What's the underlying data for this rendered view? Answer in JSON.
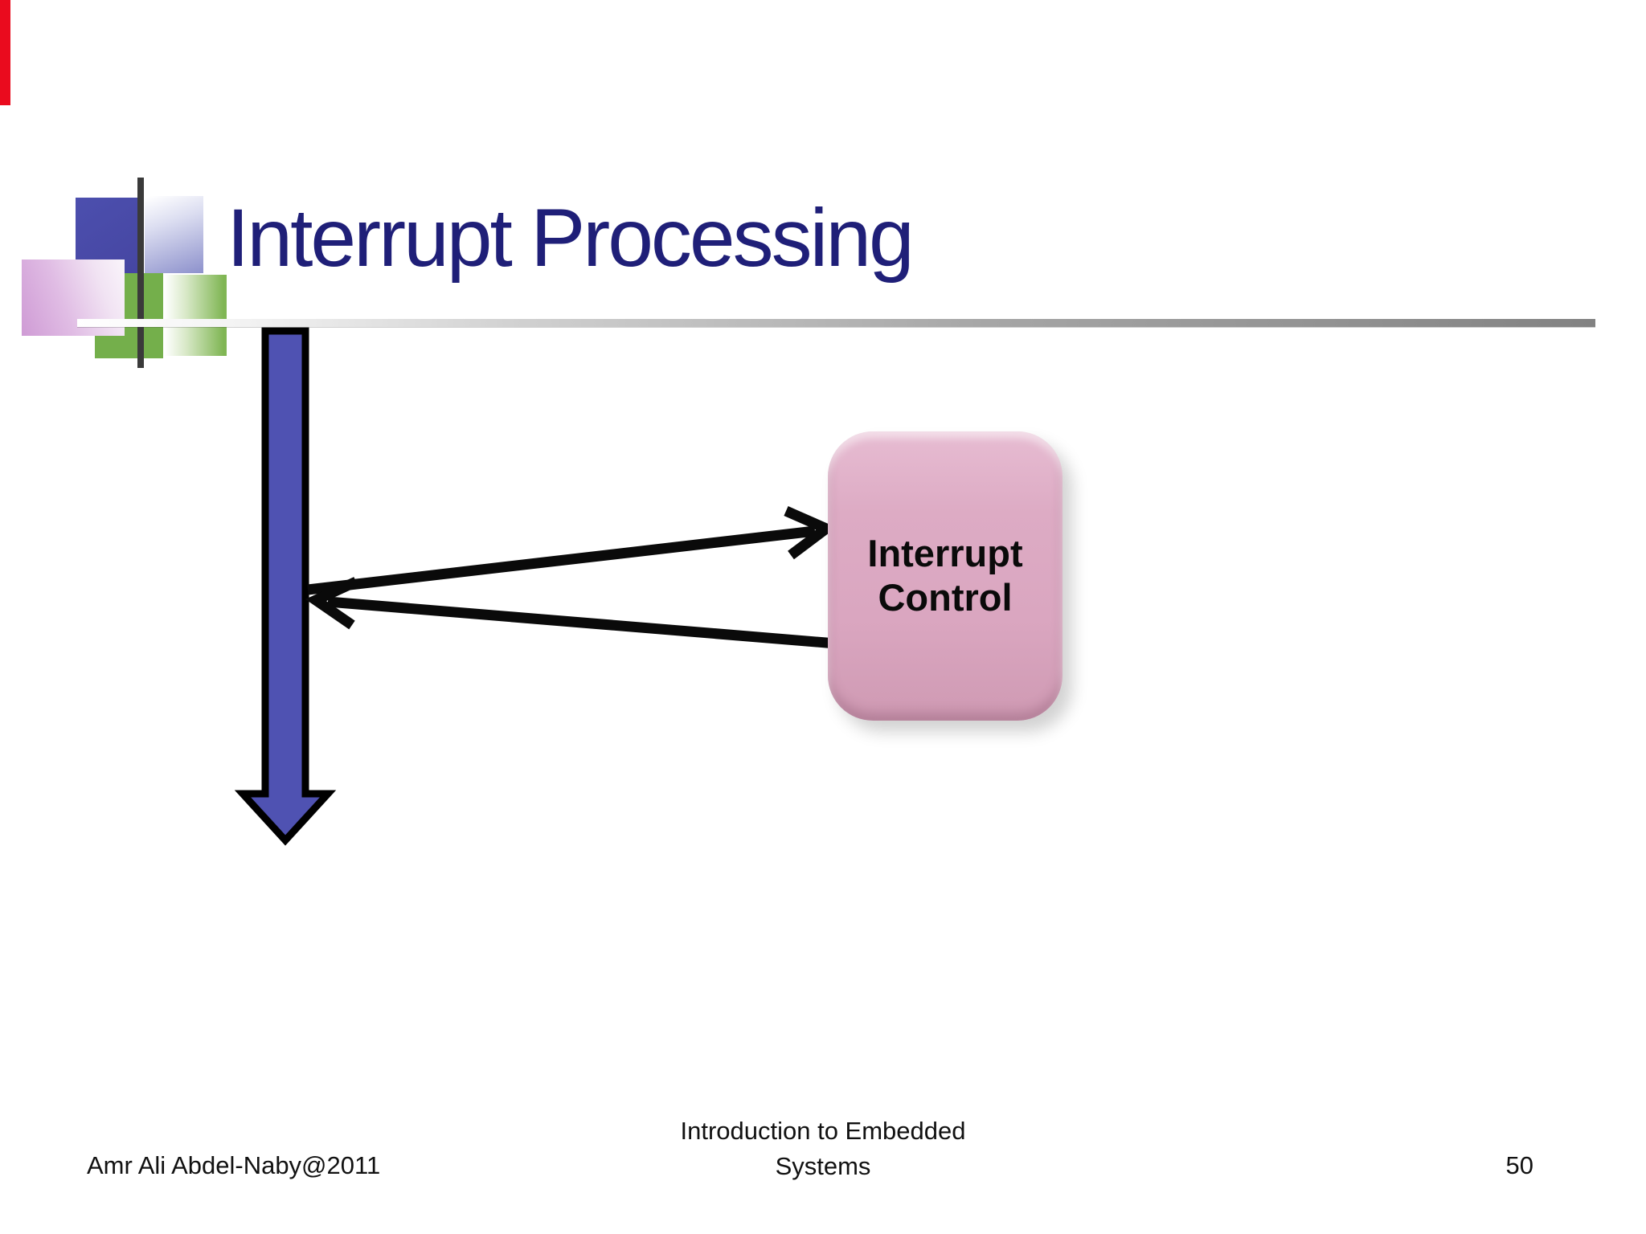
{
  "slide": {
    "title": "Interrupt Processing",
    "diagram": {
      "box_label": "Interrupt\nControl",
      "timeline_arrow": "program-execution-timeline-arrow",
      "request_arrow": "interrupt-request-arrow",
      "return_arrow": "interrupt-return-arrow"
    },
    "footer": {
      "author": "Amr Ali Abdel-Naby@2011",
      "course": "Introduction to Embedded\nSystems",
      "page_number": "50"
    },
    "colors": {
      "title_text": "#1f1f78",
      "red_edge_bar": "#ea0b1e",
      "timeline_arrow_fill": "#4f52b2",
      "arrow_stroke": "#000000",
      "interrupt_box_fill": "#dcaac3",
      "logo_blue": "#4646a2",
      "logo_light_blue": "#8d91cc",
      "logo_purple": "#cf9bd5",
      "logo_green": "#74af4b",
      "rule_gray": "#828282"
    }
  }
}
